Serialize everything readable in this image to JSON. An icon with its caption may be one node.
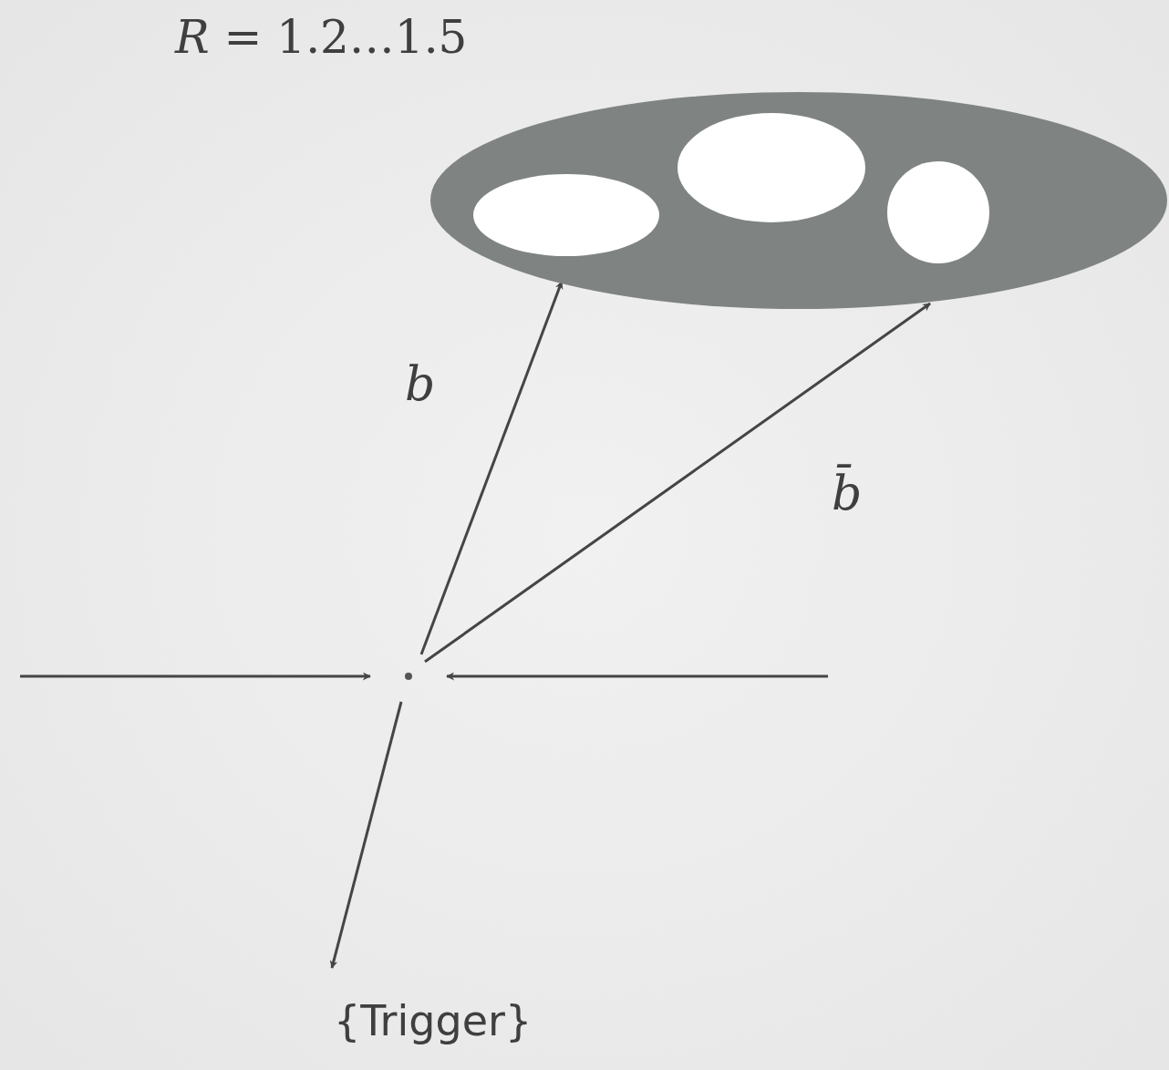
{
  "diagram": {
    "nodes": [
      {
        "text": [],
        "shape": "circle"
      },
      {
        "text": [],
        "shape": "ellipse"
      },
      {
        "text": [],
        "shape": "ellipse",
        "in": 1
      },
      {
        "text": [],
        "shape": "ellipse",
        "in": 1
      },
      {
        "text": [],
        "shape": "circle",
        "in": 1
      },
      {
        "text": [
          "{Trigger}"
        ]
      }
    ],
    "edges": [
      {
        "from": null,
        "to": 0,
        "arrow": "to"
      },
      {
        "from": null,
        "to": 0,
        "arrow": "to"
      },
      {
        "from": 0,
        "to": 1,
        "arrow": "to",
        "label": "b"
      },
      {
        "from": 0,
        "to": 1,
        "arrow": "to",
        "label": "b̄"
      },
      {
        "from": 0,
        "to": 5,
        "arrow": "to"
      }
    ],
    "labels": [
      "*R* = 1.2…1.5"
    ]
  }
}
